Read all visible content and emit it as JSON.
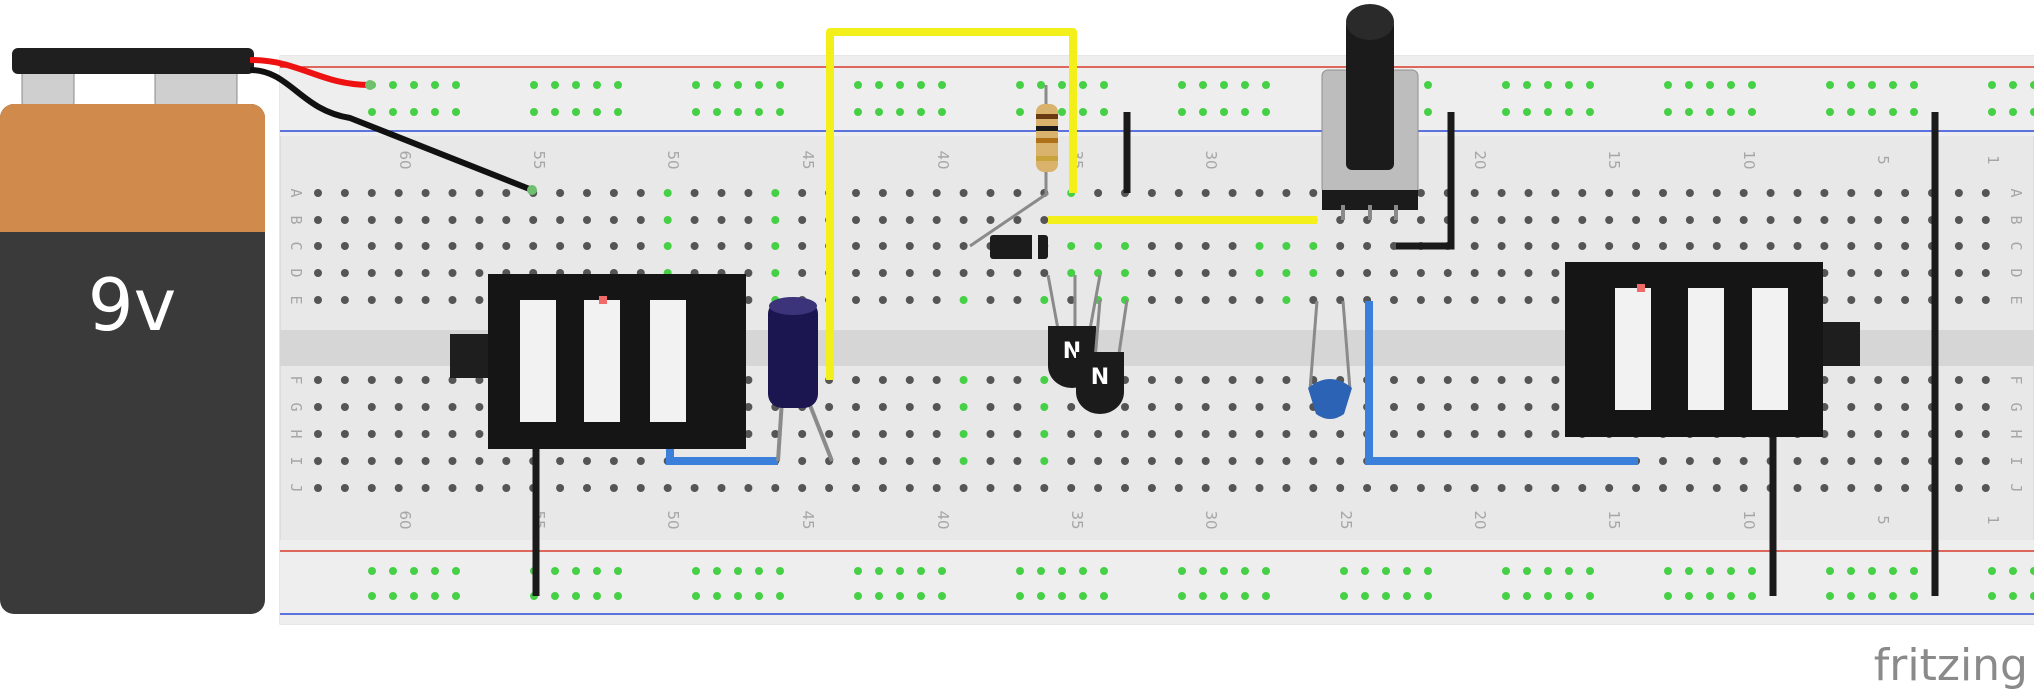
{
  "battery": {
    "label": "9v"
  },
  "watermark": {
    "text": "fritzing"
  },
  "breadboard": {
    "column_numbers": [
      "60",
      "55",
      "50",
      "45",
      "40",
      "35",
      "30",
      "25",
      "20",
      "15",
      "10",
      "5",
      "1"
    ],
    "row_letters_top": [
      "A",
      "B",
      "C",
      "D",
      "E"
    ],
    "row_letters_bottom": [
      "F",
      "G",
      "H",
      "I",
      "J"
    ]
  },
  "transistors": [
    {
      "marking": "N"
    },
    {
      "marking": "N"
    }
  ],
  "colors": {
    "board": "#e6e6e6",
    "rail_red": "#d93a2b",
    "rail_blue": "#2b49d9",
    "wire_yellow": "#f2ef1a",
    "wire_blue": "#3a7fd9",
    "wire_black": "#1a1a1a",
    "wire_red": "#ee1111",
    "active_hole": "#46d046",
    "battery_orange": "#d08a4c",
    "battery_body": "#3a3a3a",
    "capacitor": "#1c1650",
    "ceramic_cap": "#2d63b4"
  }
}
